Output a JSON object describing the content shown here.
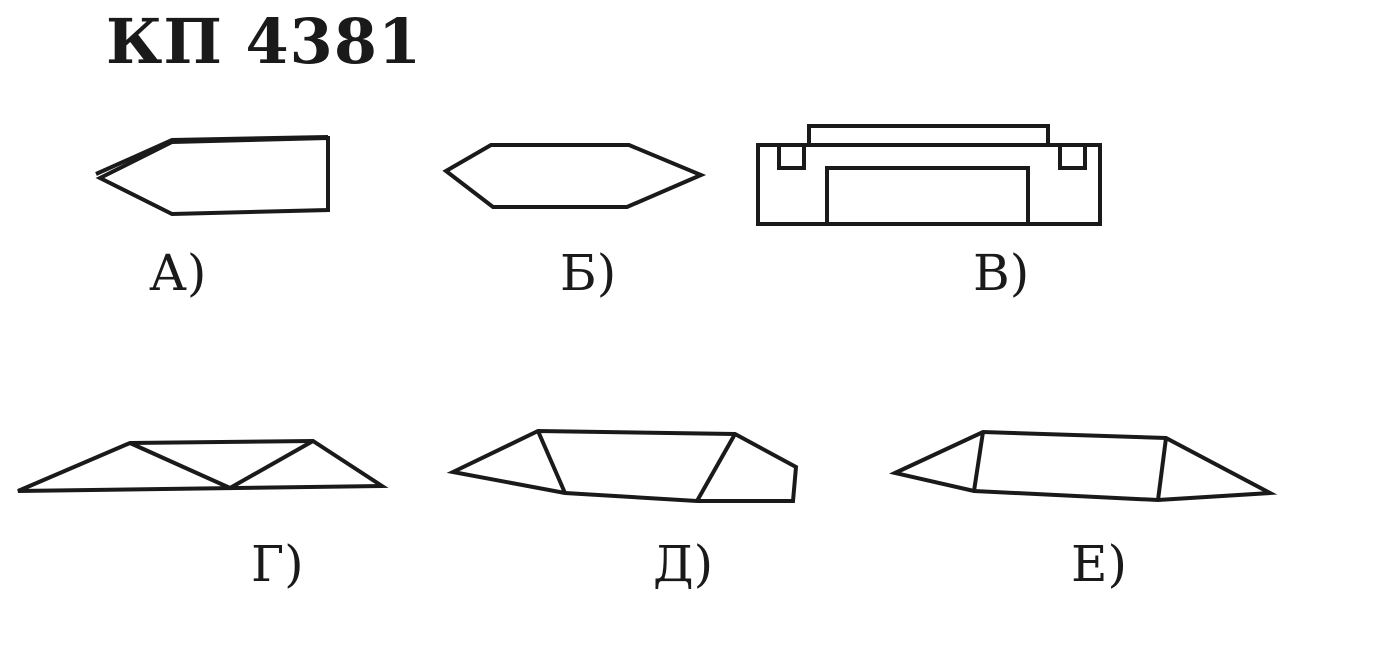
{
  "title": "КП 4381",
  "options": [
    {
      "label": "А)"
    },
    {
      "label": "Б)"
    },
    {
      "label": "В)"
    },
    {
      "label": "Г)"
    },
    {
      "label": "Д)"
    },
    {
      "label": "Е)"
    }
  ]
}
